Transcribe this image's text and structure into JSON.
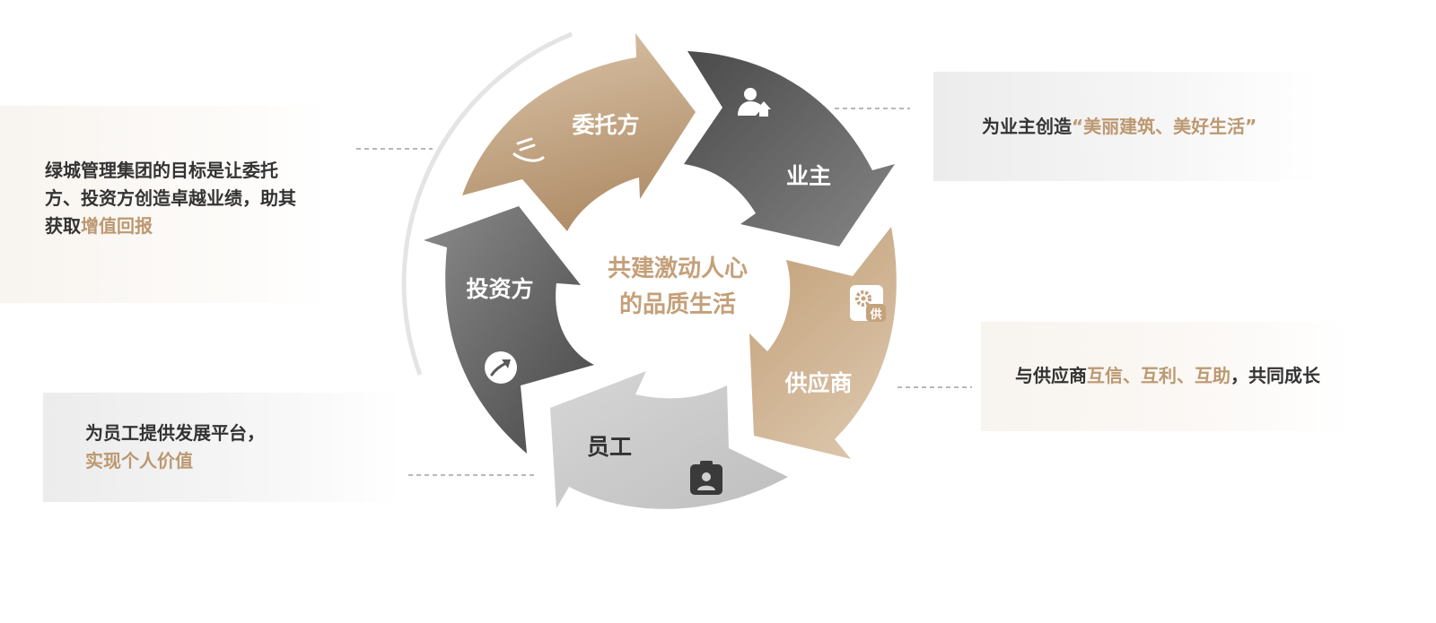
{
  "center": {
    "line1": "共建激动人心",
    "line2": "的品质生活"
  },
  "segments": {
    "client": {
      "label": "委托方",
      "icon": "hand-card-icon"
    },
    "owner": {
      "label": "业主",
      "icon": "person-house-icon"
    },
    "supplier": {
      "label": "供应商",
      "icon": "gear-supply-icon",
      "icon_text": "供"
    },
    "employee": {
      "label": "员工",
      "icon": "badge-icon"
    },
    "investor": {
      "label": "投资方",
      "icon": "growth-arrow-icon"
    }
  },
  "panels": {
    "client_investor": {
      "line1": "绿城管理集团的目标是让委托",
      "line2": "方、投资方创造卓越业绩，助其",
      "line3_prefix": "获取",
      "line3_highlight": "增值回报"
    },
    "employee": {
      "line1": "为员工提供发展平台，",
      "line2_highlight": "实现个人价值"
    },
    "owner": {
      "prefix": "为业主创造",
      "highlight": "“美丽建筑、美好生活”"
    },
    "supplier": {
      "prefix": "与供应商",
      "highlight": "互信、互利、互助",
      "suffix": "，共同成长"
    }
  },
  "colors": {
    "gold": "#bc9871",
    "dark_gray": "#5e5e5e",
    "light_gray": "#cfcfcf"
  }
}
